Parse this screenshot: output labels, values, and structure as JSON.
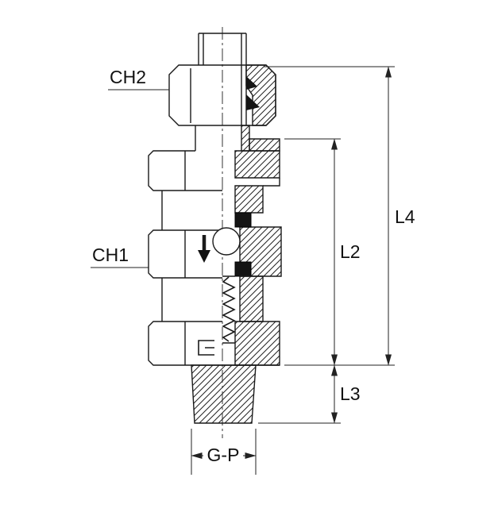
{
  "diagram": {
    "type": "technical-drawing-cross-section",
    "subject": "hydraulic check-valve bulkhead fitting",
    "labels": {
      "ch2": "CH2",
      "ch1": "CH1",
      "l4": "L4",
      "l2": "L2",
      "l3": "L3",
      "gp": "G-P"
    },
    "colors": {
      "line": "#1a1a1a",
      "dimension": "#222222",
      "seal_fill": "#141414",
      "background": "#ffffff"
    }
  }
}
